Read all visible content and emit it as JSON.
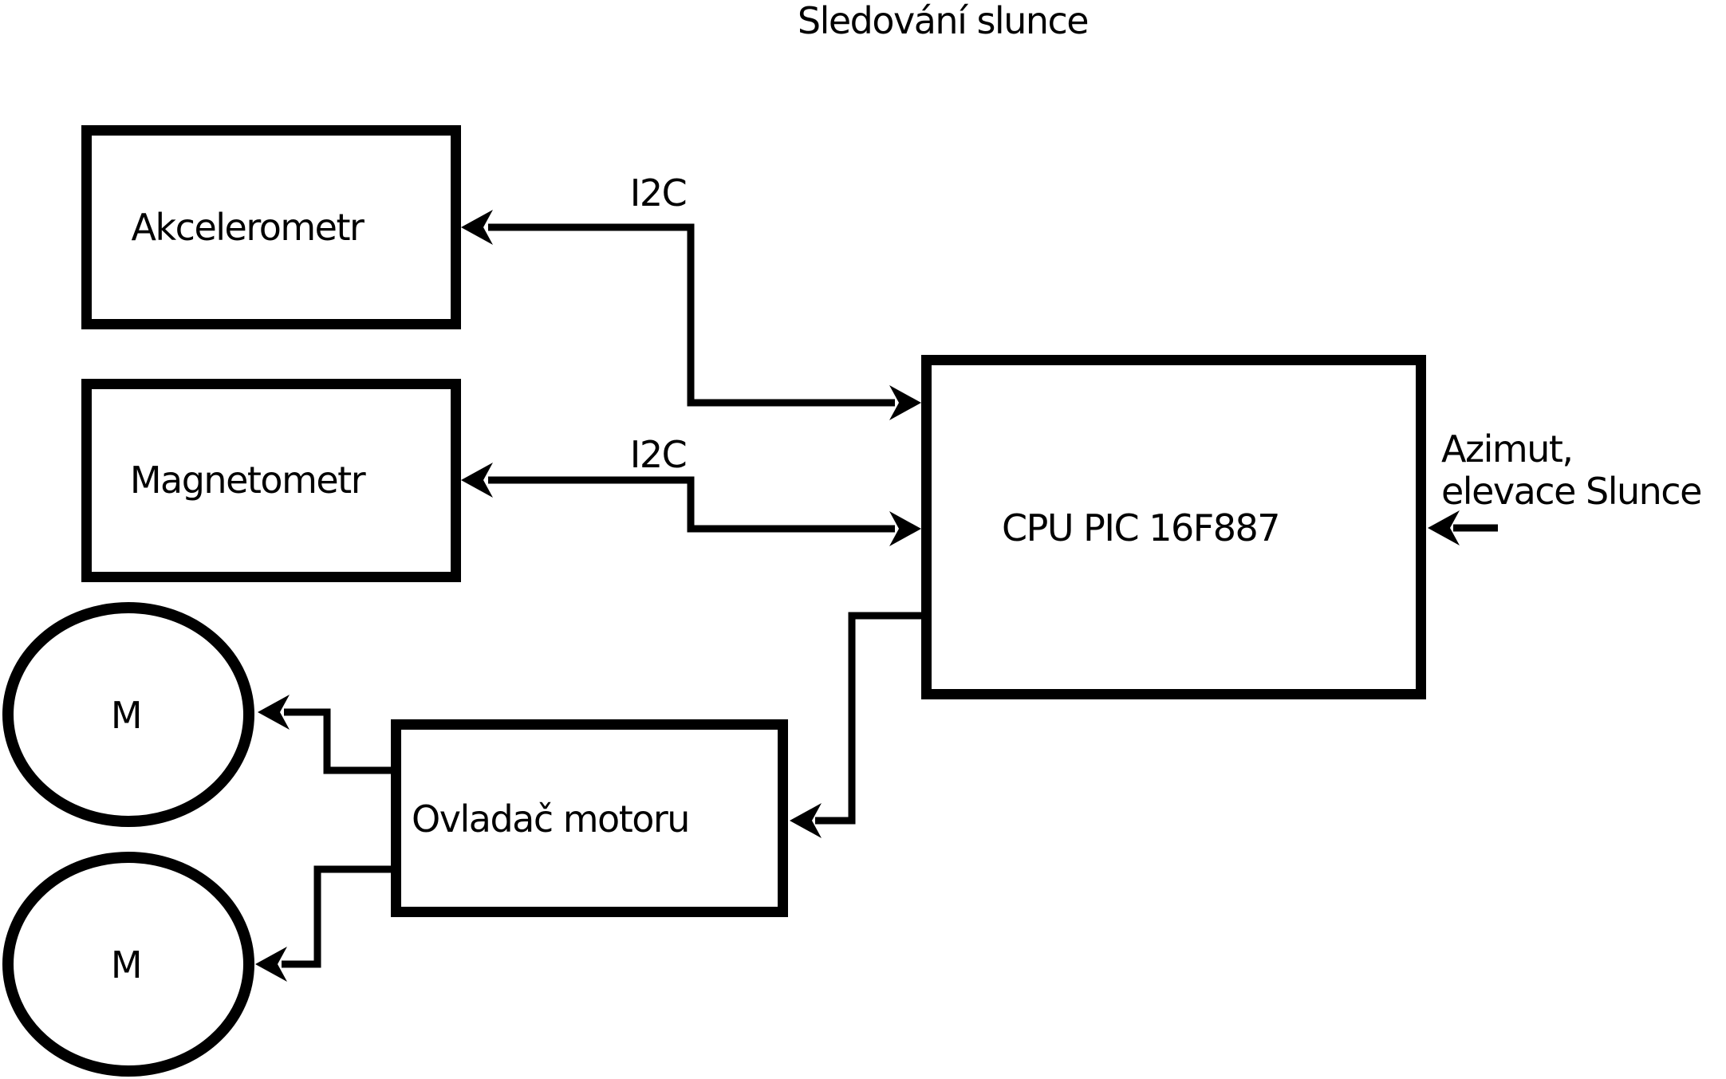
{
  "title": "Sledování slunce",
  "boxes": {
    "accelerometer": "Akcelerometr",
    "magnetometer": "Magnetometr",
    "cpu": "CPU PIC 16F887",
    "motor_driver": "Ovladač motoru"
  },
  "motors": {
    "top": "M",
    "bottom": "M"
  },
  "bus": {
    "i2c_top": "I2C",
    "i2c_bottom": "I2C"
  },
  "cpu_input": {
    "line1": "Azimut,",
    "line2": "elevace Slunce"
  },
  "colors": {
    "ink": "#000000",
    "paper": "#ffffff"
  }
}
